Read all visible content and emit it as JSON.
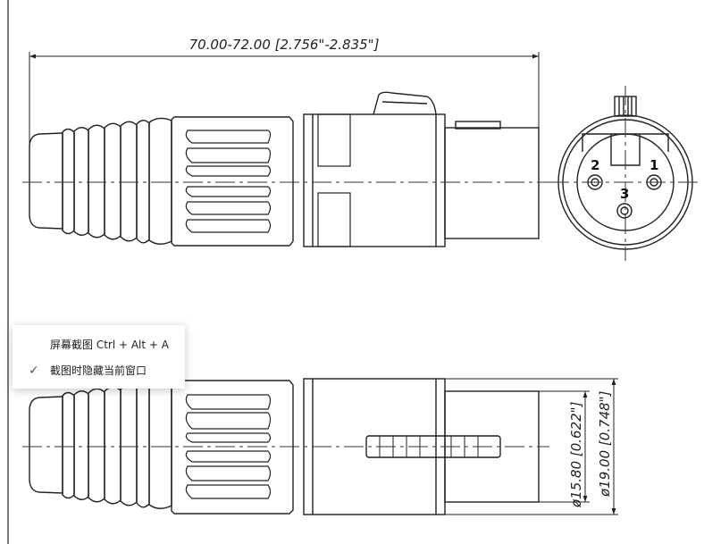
{
  "dimensions": {
    "overall_length": "70.00-72.00 [2.756\"-2.835\"]",
    "inner_diameter": "ø15.80 [0.622\"]",
    "outer_diameter": "ø19.00 [0.748\"]"
  },
  "pins": [
    "1",
    "2",
    "3"
  ],
  "context_menu": {
    "items": [
      {
        "label": "屏幕截图 Ctrl + Alt + A",
        "checked": false
      },
      {
        "label": "截图时隐藏当前窗口",
        "checked": true
      }
    ],
    "check_icon": "checkmark-icon"
  },
  "colors": {
    "line": "#222222",
    "centerline": "#333333",
    "menu_background": "#ffffff"
  }
}
